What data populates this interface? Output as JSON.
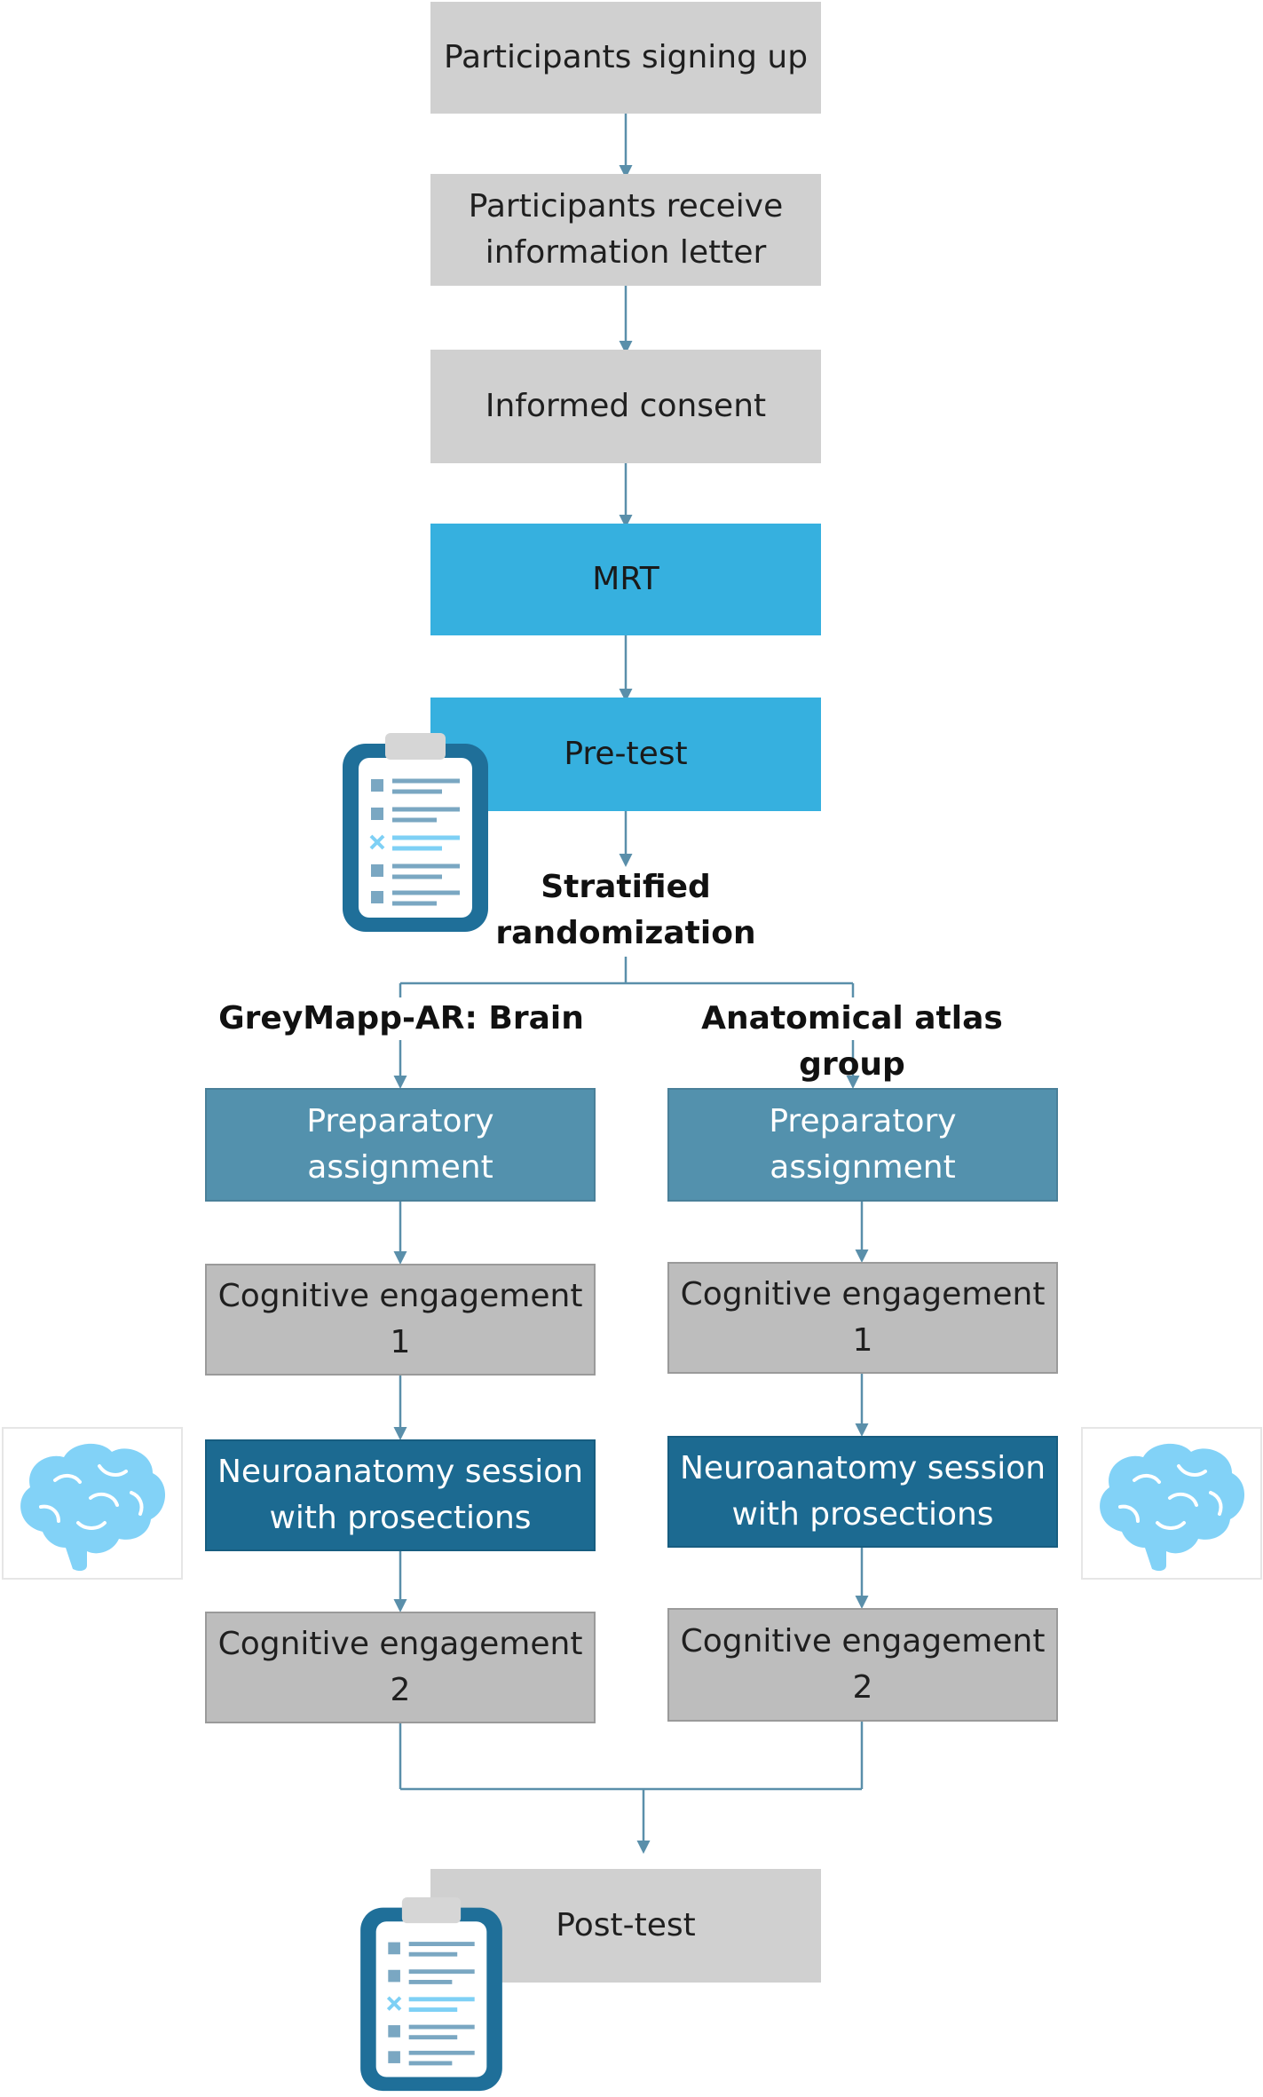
{
  "steps": {
    "signup": "Participants signing up",
    "info_letter": "Participants receive\ninformation letter",
    "consent": "Informed consent",
    "mrt": "MRT",
    "pretest": "Pre-test",
    "randomization": "Stratified\nrandomization",
    "posttest": "Post-test"
  },
  "groups": [
    {
      "name": "GreyMapp-AR: Brain",
      "preparatory": "Preparatory assignment",
      "cognitive_1": "Cognitive engagement\n1",
      "session": "Neuroanatomy session\nwith prosections",
      "cognitive_2": "Cognitive engagement\n2"
    },
    {
      "name": "Anatomical atlas group",
      "preparatory": "Preparatory assignment",
      "cognitive_1": "Cognitive engagement\n1",
      "session": "Neuroanatomy session\nwith prosections",
      "cognitive_2": "Cognitive engagement\n2"
    }
  ],
  "icons": [
    "clipboard-icon",
    "brain-icon"
  ],
  "colors": {
    "light_gray": "#d0d0d0",
    "gray": "#bdbdbd",
    "cyan": "#36b0df",
    "steel_blue": "#5391ad",
    "navy_blue": "#1c6a91",
    "connector": "#5a8faa",
    "icon_dark": "#1f6f99",
    "icon_light": "#7ed0f5"
  }
}
